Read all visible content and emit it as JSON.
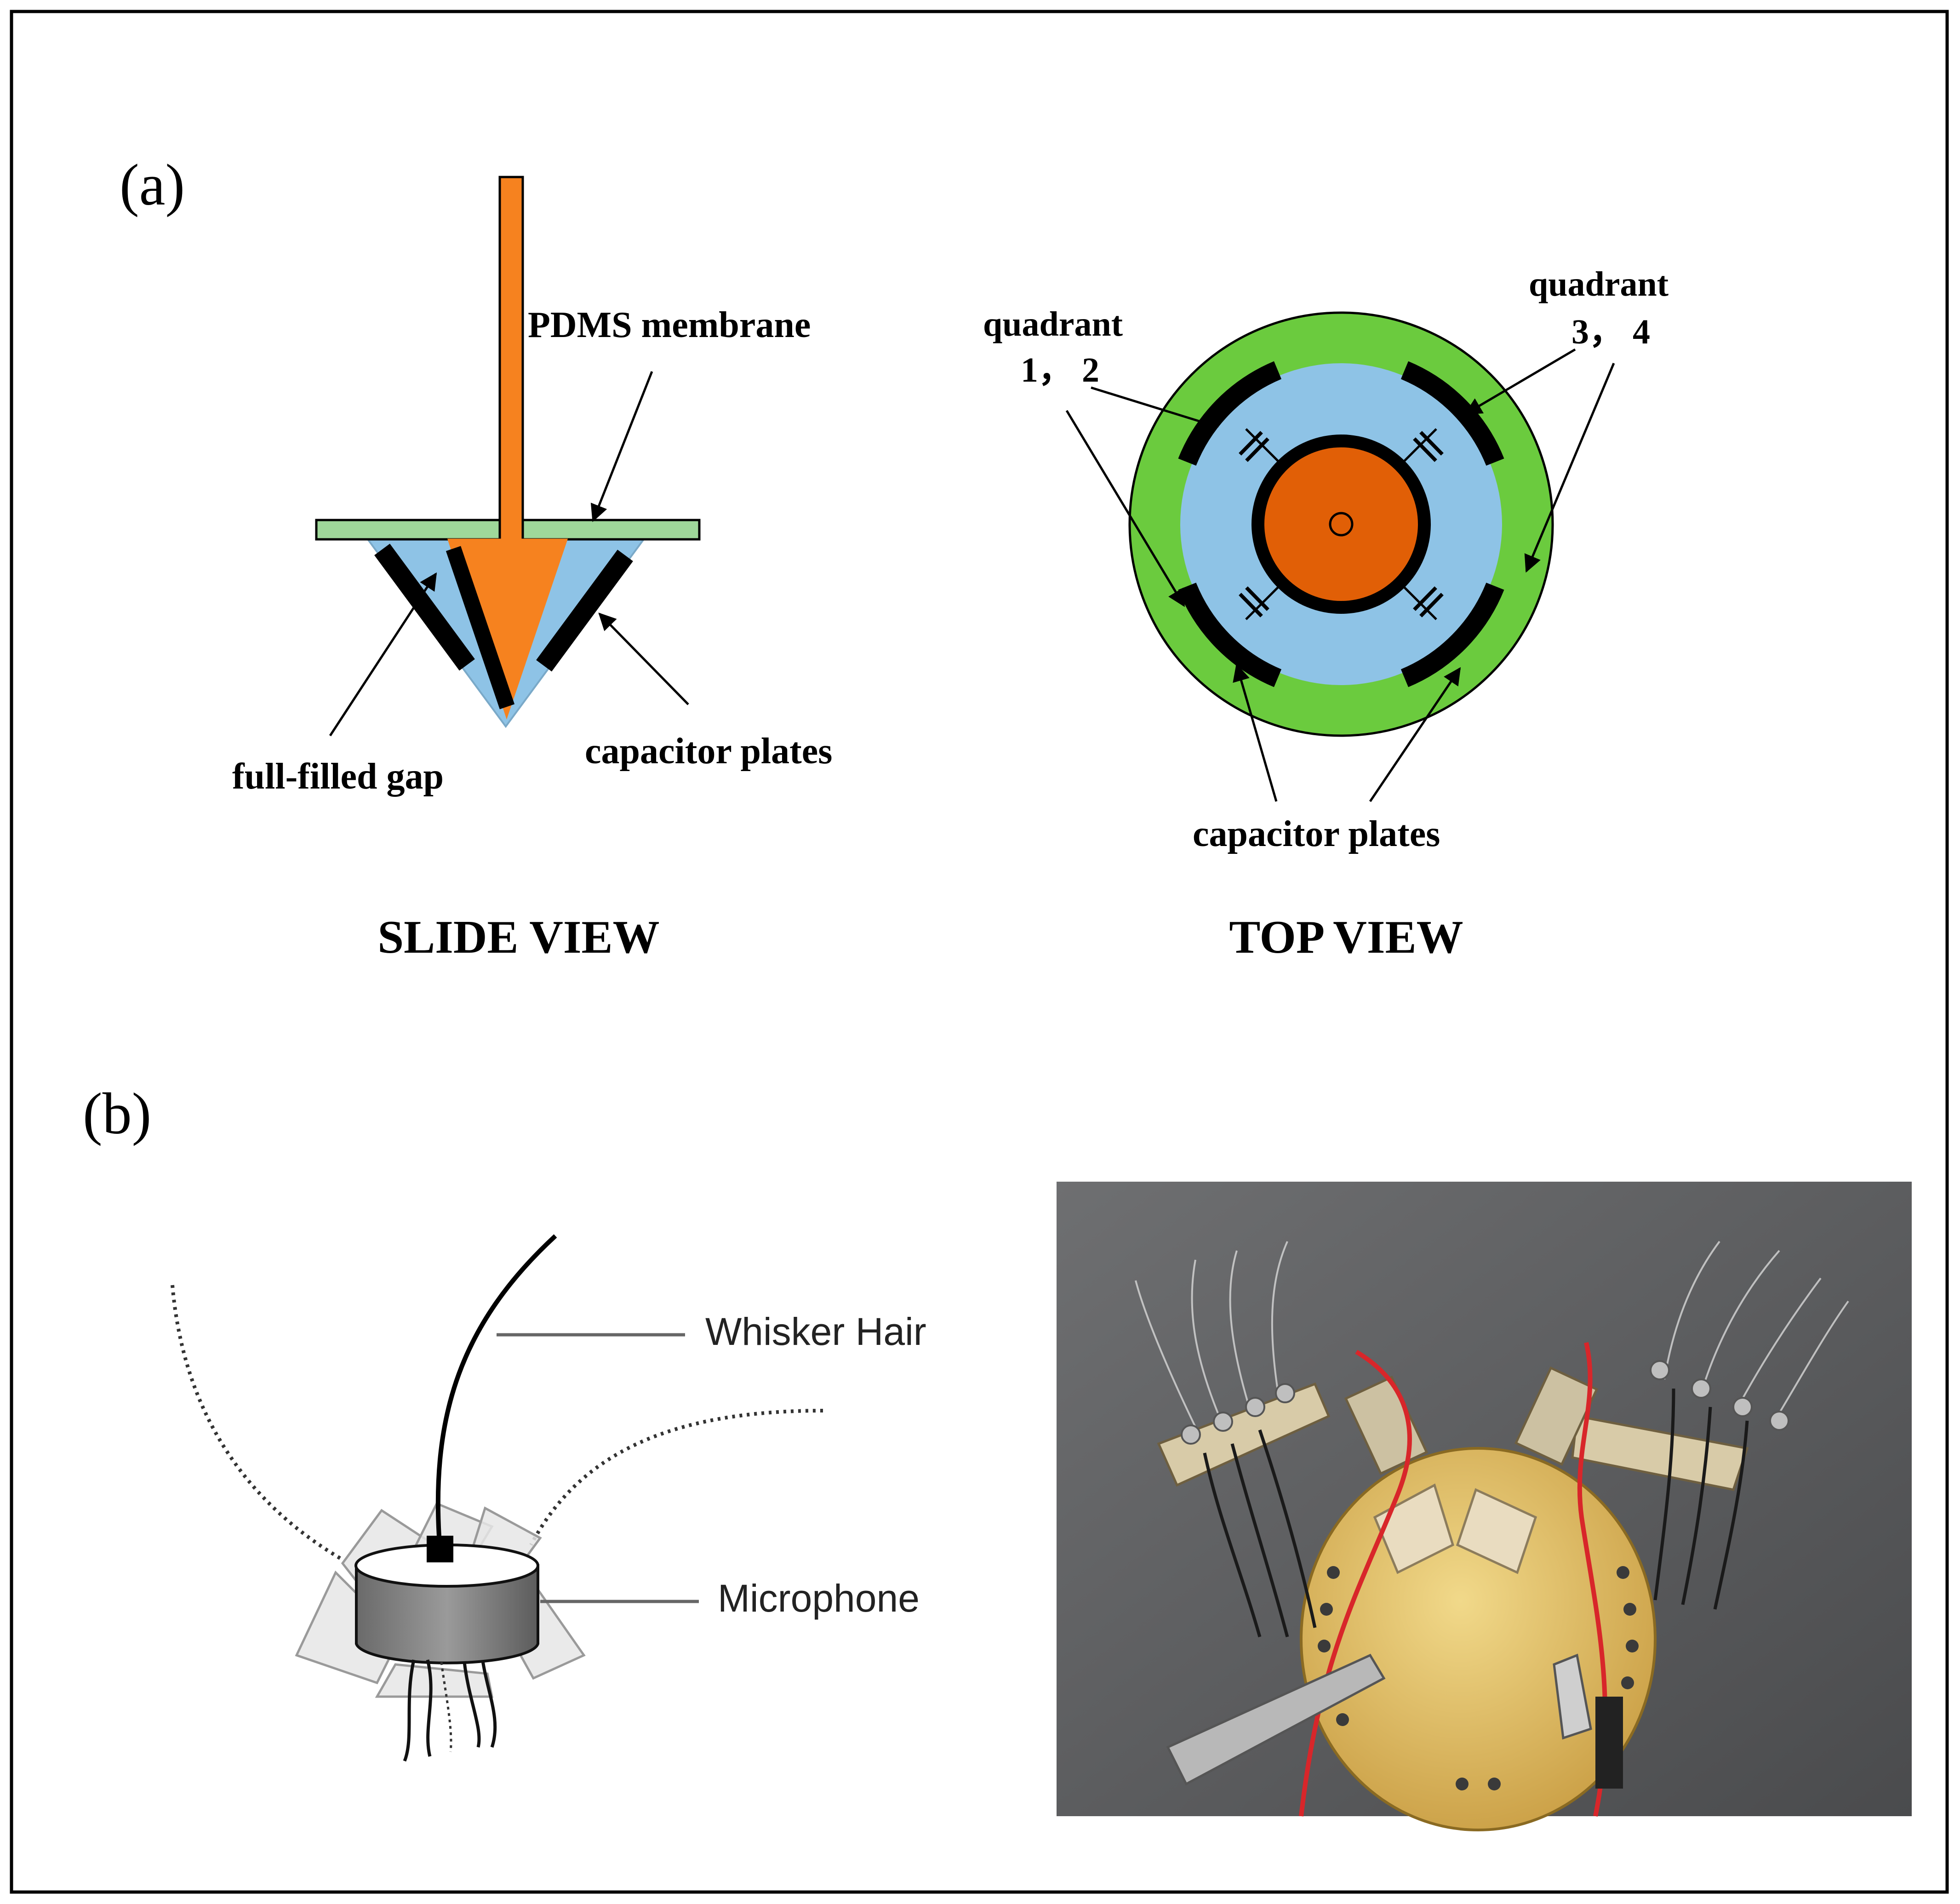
{
  "panel_a": {
    "label": "(a)",
    "side_view": {
      "title": "SLIDE VIEW",
      "labels": {
        "membrane": "PDMS membrane",
        "gap": "full-filled gap",
        "plates": "capacitor plates"
      }
    },
    "top_view": {
      "title": "TOP VIEW",
      "labels": {
        "quadrant_left": "quadrant",
        "quadrant_left_numbers": "1， 2",
        "quadrant_right": "quadrant",
        "quadrant_right_numbers": "3， 4",
        "plates": "capacitor plates"
      }
    }
  },
  "panel_b": {
    "label": "(b)",
    "diagram_labels": {
      "whisker": "Whisker Hair",
      "microphone": "Microphone"
    }
  },
  "colors": {
    "shaft_orange": "#F6821F",
    "core_orange": "#E15F06",
    "membrane_green": "#9FD89A",
    "ring_green": "#6BCB3E",
    "gap_blue": "#8EC3E6",
    "plate_black": "#000000"
  }
}
